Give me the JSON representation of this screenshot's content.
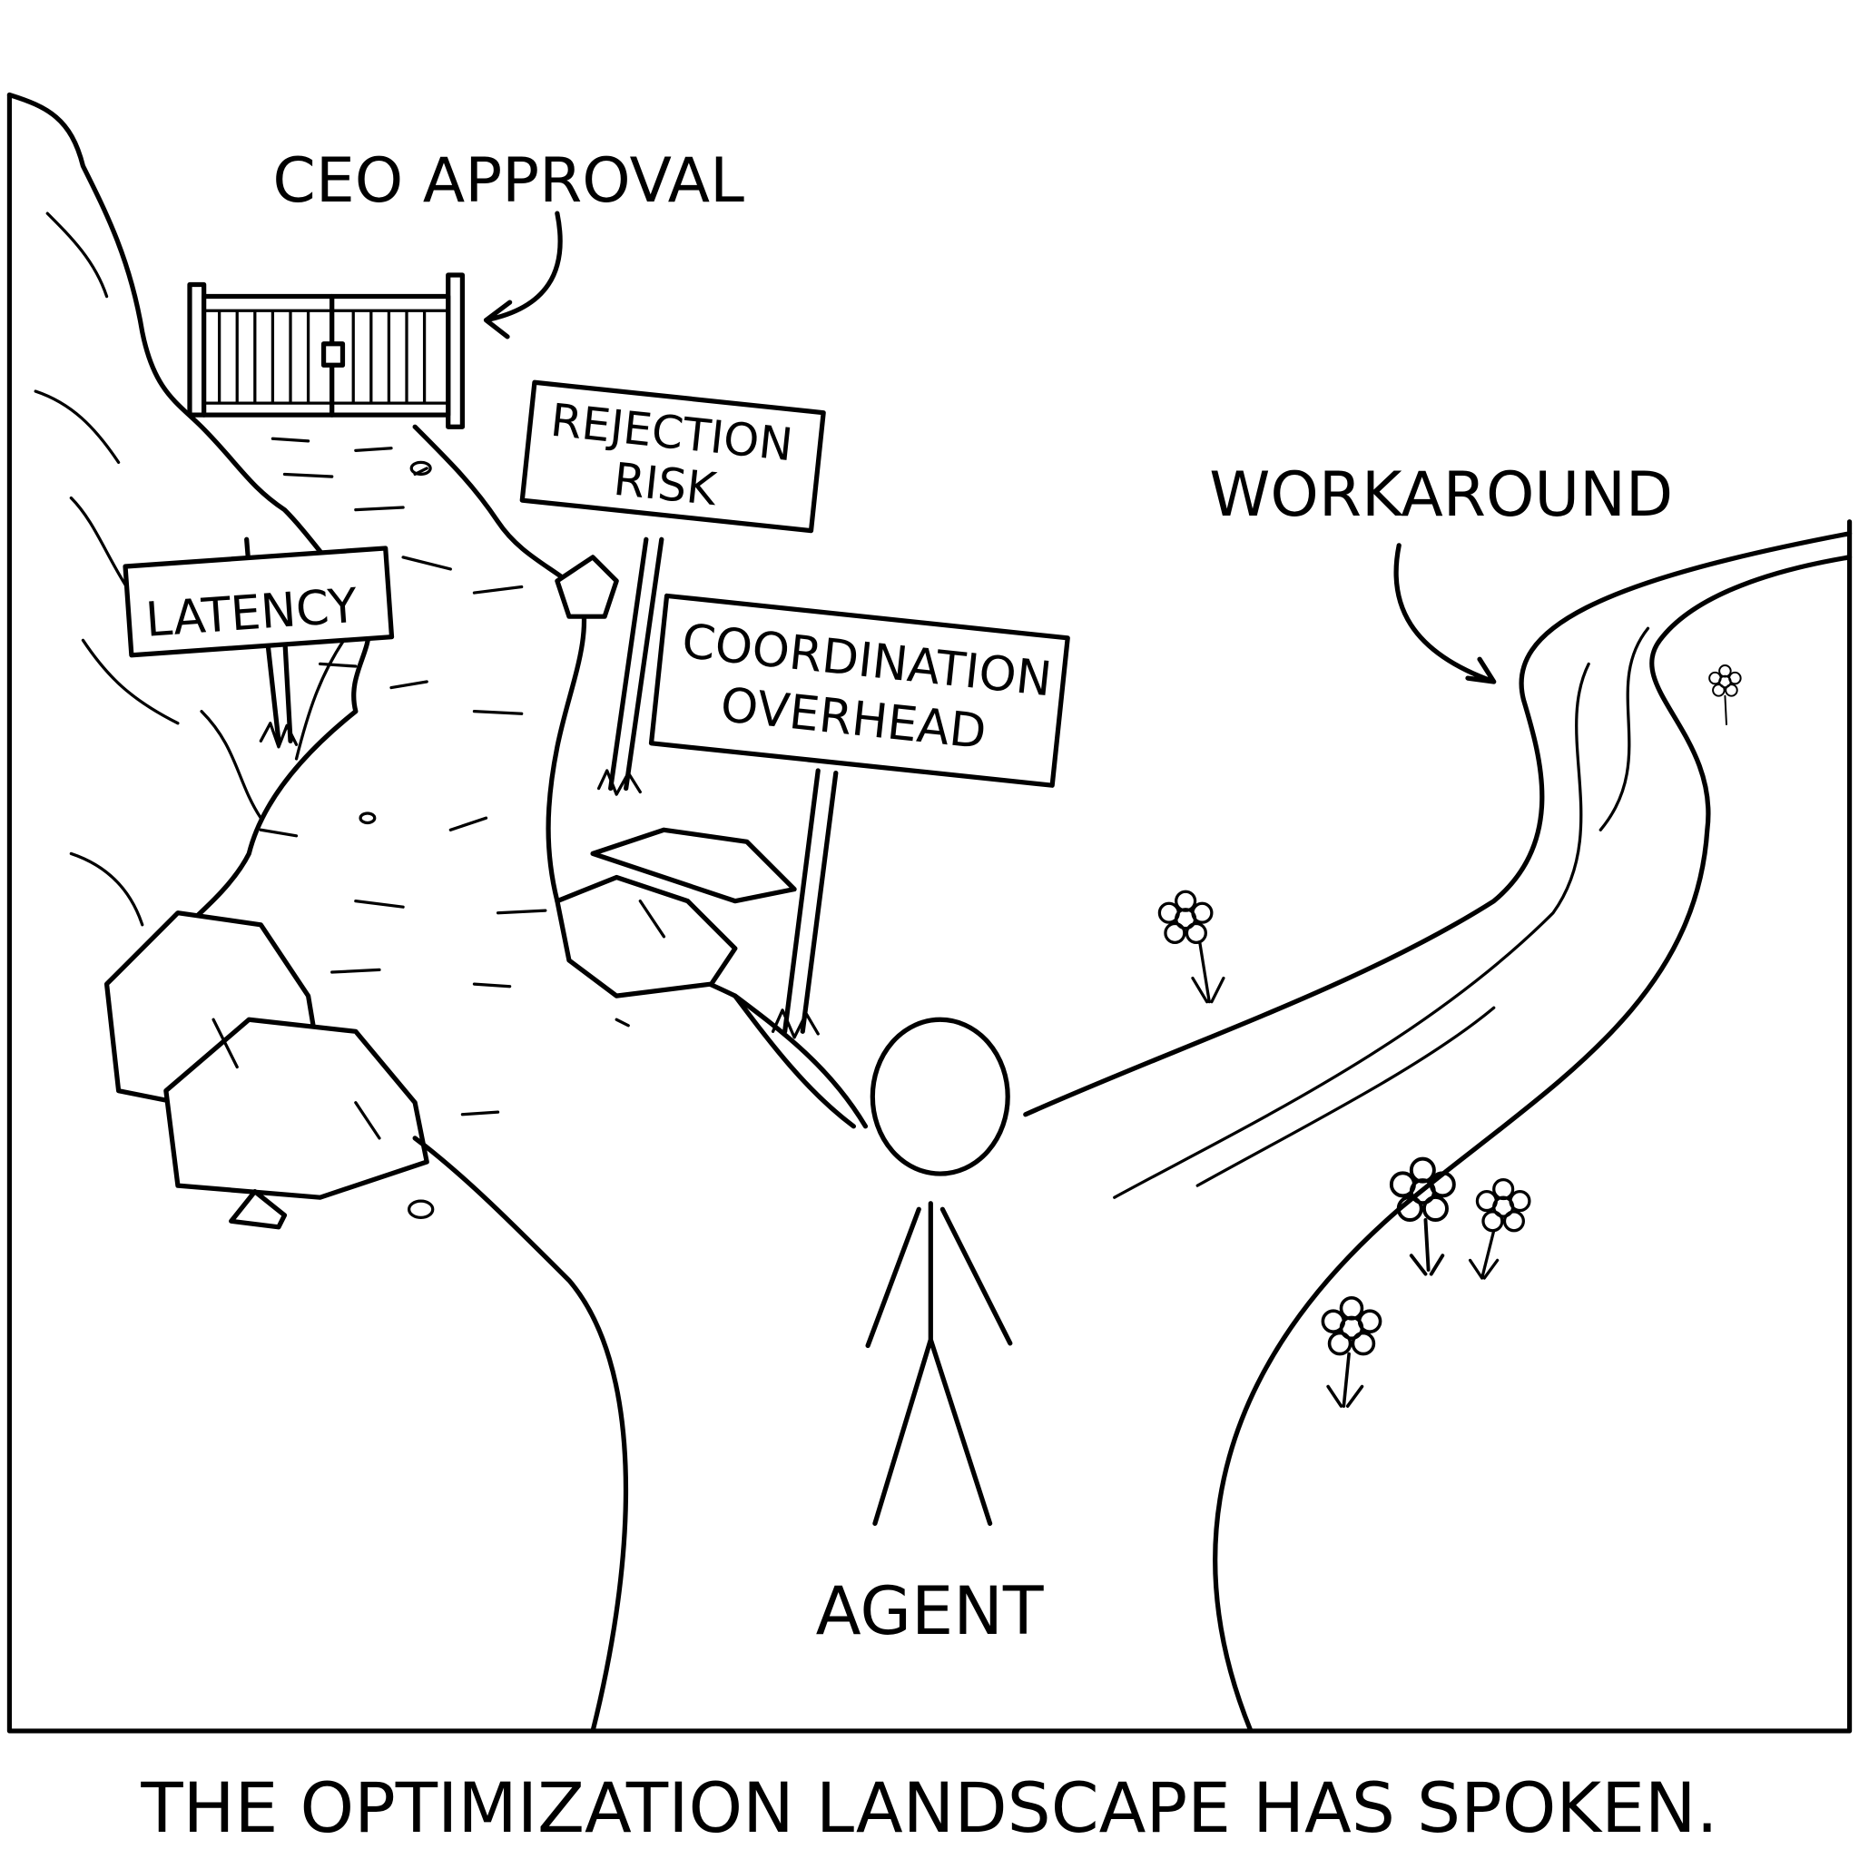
{
  "labels": {
    "gate": "CEO APPROVAL",
    "sign_latency": "LATENCY",
    "sign_rejection_line1": "REJECTION",
    "sign_rejection_line2": "RISK",
    "sign_coordination_line1": "COORDINATION",
    "sign_coordination_line2": "OVERHEAD",
    "workaround": "WORKAROUND",
    "agent": "AGENT"
  },
  "caption": "THE OPTIMIZATION LANDSCAPE HAS SPOKEN.",
  "colors": {
    "ink": "#000000",
    "paper": "#ffffff"
  }
}
